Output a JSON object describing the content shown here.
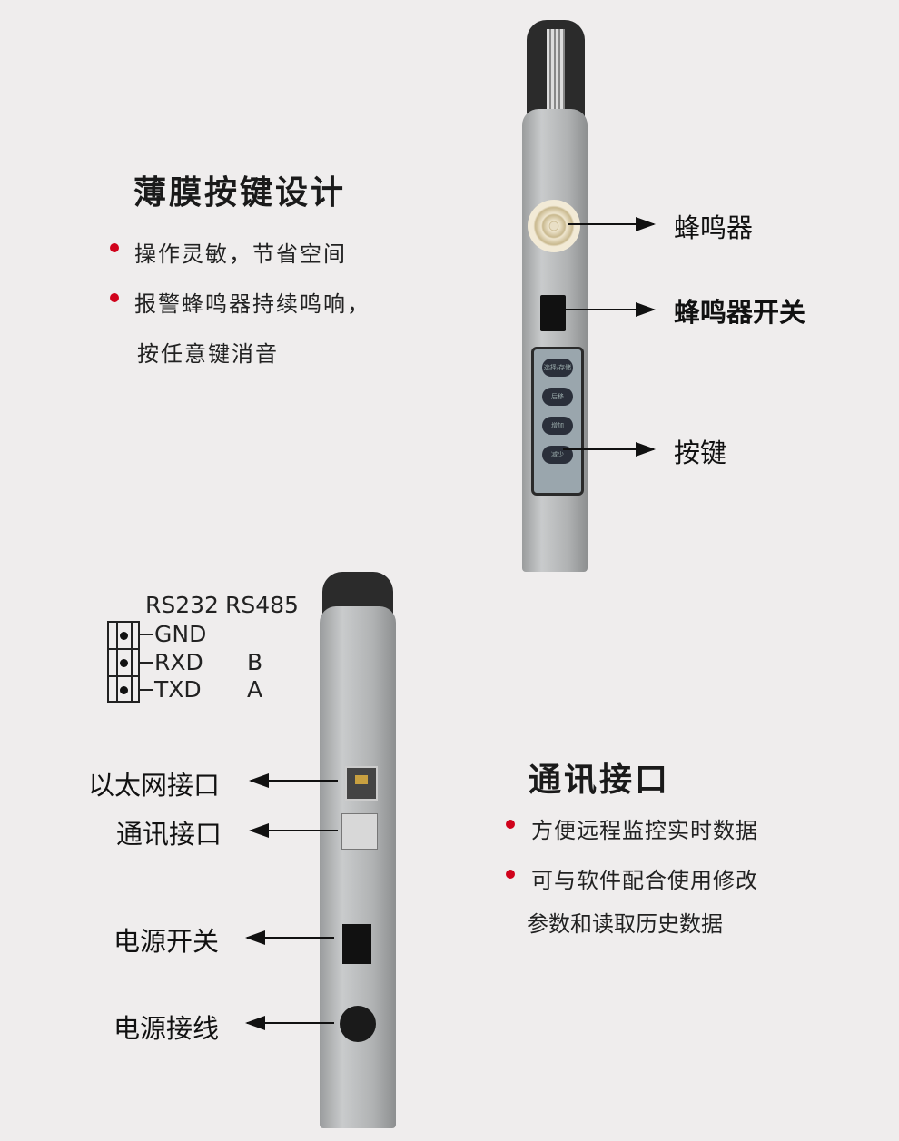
{
  "membrane": {
    "title": "薄膜按键设计",
    "bullets": [
      "操作灵敏，节省空间",
      "报警蜂鸣器持续鸣响，"
    ],
    "bullet2_cont": "按任意键消音"
  },
  "front_labels": {
    "buzzer": "蜂鸣器",
    "buzzer_switch": "蜂鸣器开关",
    "keys": "按键"
  },
  "keypad": [
    "选择/存储",
    "后移",
    "增加",
    "减少"
  ],
  "pinout": {
    "headers": [
      "RS232",
      "RS485"
    ],
    "rows": [
      {
        "rs232": "GND",
        "rs485": ""
      },
      {
        "rs232": "RXD",
        "rs485": "B"
      },
      {
        "rs232": "TXD",
        "rs485": "A"
      }
    ]
  },
  "back_labels": {
    "ethernet": "以太网接口",
    "comm": "通讯接口",
    "power_switch": "电源开关",
    "power_cable": "电源接线"
  },
  "comm": {
    "title": "通讯接口",
    "bullets": [
      "方便远程监控实时数据",
      "可与软件配合使用修改"
    ],
    "bullet2_cont": "参数和读取历史数据"
  },
  "colors": {
    "bullet": "#d0021b",
    "background": "#efeded"
  }
}
